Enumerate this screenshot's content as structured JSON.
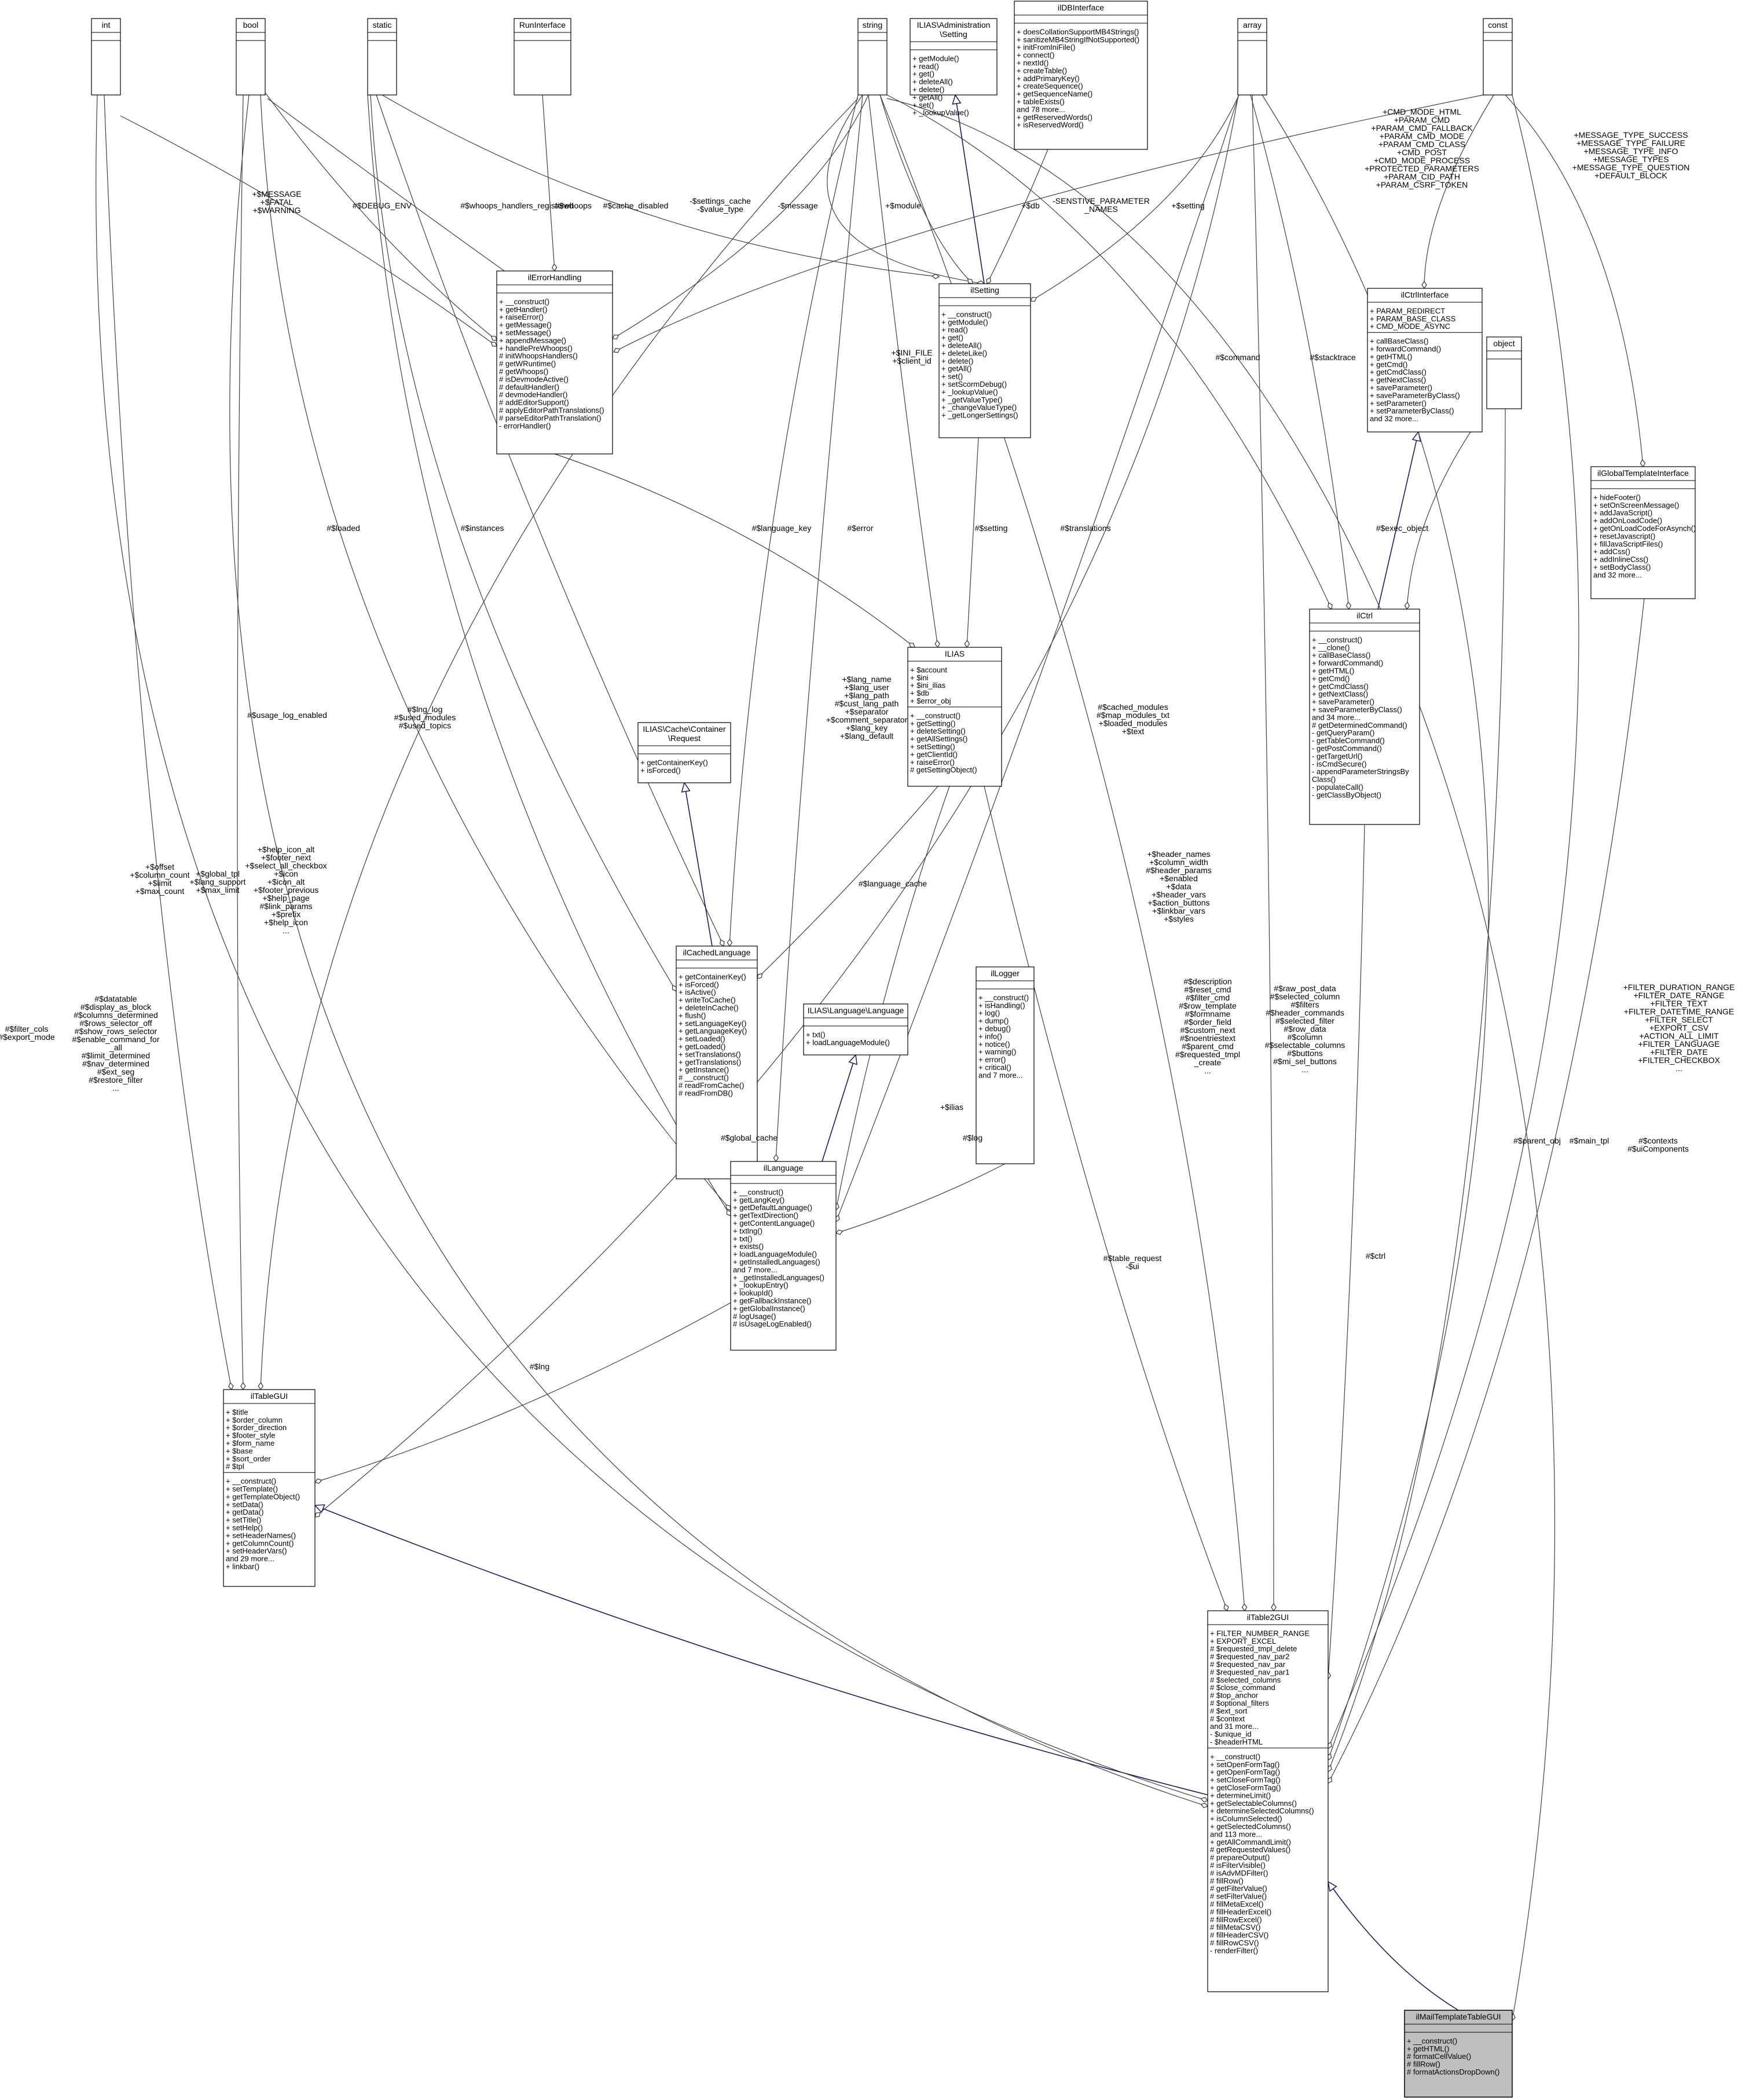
{
  "classes": [
    {
      "id": "int",
      "title": [
        "int"
      ],
      "attributes": [],
      "operations": []
    },
    {
      "id": "bool",
      "title": [
        "bool"
      ],
      "attributes": [],
      "operations": []
    },
    {
      "id": "static",
      "title": [
        "static"
      ],
      "attributes": [],
      "operations": []
    },
    {
      "id": "runinterface",
      "title": [
        "RunInterface"
      ],
      "attributes": [],
      "operations": []
    },
    {
      "id": "string",
      "title": [
        "string"
      ],
      "attributes": [],
      "operations": []
    },
    {
      "id": "admsetting",
      "title": [
        "ILIAS\\Administration",
        "\\Setting"
      ],
      "attributes": [],
      "operations": [
        "+ getModule()",
        "+ read()",
        "+ get()",
        "+ deleteAll()",
        "+ delete()",
        "+ getAll()",
        "+ set()",
        "+ _lookupValue()"
      ]
    },
    {
      "id": "ildbinterface",
      "title": [
        "ilDBInterface"
      ],
      "attributes": [],
      "operations": [
        "+ doesCollationSupportMB4Strings()",
        "+ sanitizeMB4StringIfNotSupported()",
        "+ initFromIniFile()",
        "+ connect()",
        "+ nextId()",
        "+ createTable()",
        "+ addPrimaryKey()",
        "+ createSequence()",
        "+ getSequenceName()",
        "+ tableExists()",
        "and 78 more...",
        "+ getReservedWords()",
        "+ isReservedWord()"
      ]
    },
    {
      "id": "array",
      "title": [
        "array"
      ],
      "attributes": [],
      "operations": []
    },
    {
      "id": "const",
      "title": [
        "const"
      ],
      "attributes": [],
      "operations": []
    },
    {
      "id": "ilerrorhandling",
      "title": [
        "ilErrorHandling"
      ],
      "attributes": [],
      "operations": [
        "+ __construct()",
        "+ getHandler()",
        "+ raiseError()",
        "+ getMessage()",
        "+ setMessage()",
        "+ appendMessage()",
        "+ handlePreWhoops()",
        "# initWhoopsHandlers()",
        "# getWRuntime()",
        "# getWhoops()",
        "# isDevmodeActive()",
        "# defaultHandler()",
        "# devmodeHandler()",
        "# addEditorSupport()",
        "# applyEditorPathTranslations()",
        "# parseEditorPathTranslation()",
        "- errorHandler()"
      ]
    },
    {
      "id": "ilsetting",
      "title": [
        "ilSetting"
      ],
      "attributes": [],
      "operations": [
        "+ __construct()",
        "+ getModule()",
        "+ read()",
        "+ get()",
        "+ deleteAll()",
        "+ deleteLike()",
        "+ delete()",
        "+ getAll()",
        "+ set()",
        "+ setScormDebug()",
        "+ _lookupValue()",
        "+ _getValueType()",
        "+ _changeValueType()",
        "+ _getLongerSettings()"
      ]
    },
    {
      "id": "ilctrlinterface",
      "title": [
        "ilCtrlInterface"
      ],
      "attributes": [
        "+ PARAM_REDIRECT",
        "+ PARAM_BASE_CLASS",
        "+ CMD_MODE_ASYNC"
      ],
      "operations": [
        "+ callBaseClass()",
        "+ forwardCommand()",
        "+ getHTML()",
        "+ getCmd()",
        "+ getCmdClass()",
        "+ getNextClass()",
        "+ saveParameter()",
        "+ saveParameterByClass()",
        "+ setParameter()",
        "+ setParameterByClass()",
        "and 32 more..."
      ]
    },
    {
      "id": "object",
      "title": [
        "object"
      ],
      "attributes": [],
      "operations": []
    },
    {
      "id": "ilglobaltemplateinterface",
      "title": [
        "ilGlobalTemplateInterface"
      ],
      "attributes": [],
      "operations": [
        "+ hideFooter()",
        "+ setOnScreenMessage()",
        "+ addJavaScript()",
        "+ addOnLoadCode()",
        "+ getOnLoadCodeForAsynch()",
        "+ resetJavascript()",
        "+ fillJavaScriptFiles()",
        "+ addCss()",
        "+ addInlineCss()",
        "+ setBodyClass()",
        "and 32 more..."
      ]
    },
    {
      "id": "ilias",
      "title": [
        "ILIAS"
      ],
      "attributes": [
        "+ $account",
        "+ $ini",
        "+ $ini_ilias",
        "+ $db",
        "+ $error_obj"
      ],
      "operations": [
        "+ __construct()",
        "+ getSetting()",
        "+ deleteSetting()",
        "+ getAllSettings()",
        "+ setSetting()",
        "+ getClientId()",
        "+ raiseError()",
        "# getSettingObject()"
      ]
    },
    {
      "id": "ilctrl",
      "title": [
        "ilCtrl"
      ],
      "attributes": [],
      "operations": [
        "+ __construct()",
        "+ __clone()",
        "+ callBaseClass()",
        "+ forwardCommand()",
        "+ getHTML()",
        "+ getCmd()",
        "+ getCmdClass()",
        "+ getNextClass()",
        "+ saveParameter()",
        "+ saveParameterByClass()",
        "and 34 more...",
        "# getDeterminedCommand()",
        "- getQueryParam()",
        "- getTableCommand()",
        "- getPostCommand()",
        "- getTargetUrl()",
        "- isCmdSecure()",
        "- appendParameterStringsBy",
        "Class()",
        "- populateCall()",
        "- getClassByObject()"
      ]
    },
    {
      "id": "cacherequest",
      "title": [
        "ILIAS\\Cache\\Container",
        "\\Request"
      ],
      "attributes": [],
      "operations": [
        "+ getContainerKey()",
        "+ isForced()"
      ]
    },
    {
      "id": "ilcachedlanguage",
      "title": [
        "ilCachedLanguage"
      ],
      "attributes": [],
      "operations": [
        "+ getContainerKey()",
        "+ isForced()",
        "+ isActive()",
        "+ writeToCache()",
        "+ deleteInCache()",
        "+ flush()",
        "+ setLanguageKey()",
        "+ getLanguageKey()",
        "+ setLoaded()",
        "+ getLoaded()",
        "+ setTranslations()",
        "+ getTranslations()",
        "+ getInstance()",
        "# __construct()",
        "# readFromCache()",
        "# readFromDB()"
      ]
    },
    {
      "id": "langinterface",
      "title": [
        "ILIAS\\Language\\Language"
      ],
      "attributes": [],
      "operations": [
        "+ txt()",
        "+ loadLanguageModule()"
      ]
    },
    {
      "id": "illogger",
      "title": [
        "ilLogger"
      ],
      "attributes": [],
      "operations": [
        "+ __construct()",
        "+ isHandling()",
        "+ log()",
        "+ dump()",
        "+ debug()",
        "+ info()",
        "+ notice()",
        "+ warning()",
        "+ error()",
        "+ critical()",
        "and 7 more..."
      ]
    },
    {
      "id": "illanguage",
      "title": [
        "ilLanguage"
      ],
      "attributes": [],
      "operations": [
        "+ __construct()",
        "+ getLangKey()",
        "+ getDefaultLanguage()",
        "+ getTextDirection()",
        "+ getContentLanguage()",
        "+ txtlng()",
        "+ txt()",
        "+ exists()",
        "+ loadLanguageModule()",
        "+ getInstalledLanguages()",
        "and 7 more...",
        "+ _getInstalledLanguages()",
        "+ _lookupEntry()",
        "+ lookupId()",
        "+ getFallbackInstance()",
        "+ getGlobalInstance()",
        "# logUsage()",
        "# isUsageLogEnabled()"
      ]
    },
    {
      "id": "iltablegui",
      "title": [
        "ilTableGUI"
      ],
      "attributes": [
        "+ $title",
        "+ $order_column",
        "+ $order_direction",
        "+ $footer_style",
        "+ $form_name",
        "+ $base",
        "+ $sort_order",
        "# $tpl"
      ],
      "operations": [
        "+ __construct()",
        "+ setTemplate()",
        "+ getTemplateObject()",
        "+ setData()",
        "+ getData()",
        "+ setTitle()",
        "+ setHelp()",
        "+ setHeaderNames()",
        "+ getColumnCount()",
        "+ setHeaderVars()",
        "and 29 more...",
        "+ linkbar()"
      ]
    },
    {
      "id": "iltable2gui",
      "title": [
        "ilTable2GUI"
      ],
      "attributes": [
        "+ FILTER_NUMBER_RANGE",
        "+ EXPORT_EXCEL",
        "# $requested_tmpl_delete",
        "# $requested_nav_par2",
        "# $requested_nav_par",
        "# $requested_nav_par1",
        "# $selected_columns",
        "# $close_command",
        "# $top_anchor",
        "# $optional_filters",
        "# $ext_sort",
        "# $context",
        "and 31 more...",
        "- $unique_id",
        "- $headerHTML"
      ],
      "operations": [
        "+ __construct()",
        "+ setOpenFormTag()",
        "+ getOpenFormTag()",
        "+ setCloseFormTag()",
        "+ getCloseFormTag()",
        "+ determineLimit()",
        "+ getSelectableColumns()",
        "+ determineSelectedColumns()",
        "+ isColumnSelected()",
        "+ getSelectedColumns()",
        "and 113 more...",
        "+ getAllCommandLimit()",
        "# getRequestedValues()",
        "# prepareOutput()",
        "# isFilterVisible()",
        "# isAdvMDFilter()",
        "# fillRow()",
        "# getFilterValue()",
        "# setFilterValue()",
        "# fillMetaExcel()",
        "# fillHeaderExcel()",
        "# fillRowExcel()",
        "# fillMetaCSV()",
        "# fillHeaderCSV()",
        "# fillRowCSV()",
        "- renderFilter()"
      ]
    },
    {
      "id": "ilmailtemplatetablegui",
      "title": [
        "ilMailTemplateTableGUI"
      ],
      "attributes": [],
      "operations": [
        "+ __construct()",
        "+ getHTML()",
        "# formatCellValue()",
        "# fillRow()",
        "# formatActionsDropDown()"
      ]
    }
  ],
  "edge_labels": [
    {
      "id": "int_errh",
      "lines": [
        "+$MESSAGE",
        "+$FATAL",
        "+$WARNING"
      ]
    },
    {
      "id": "debug_env",
      "lines": [
        "#$DEBUG_ENV"
      ]
    },
    {
      "id": "whoops_reg",
      "lines": [
        "#$whoops_handlers_registered"
      ]
    },
    {
      "id": "whoops",
      "lines": [
        "#$whoops"
      ]
    },
    {
      "id": "cache_dis",
      "lines": [
        "#$cache_disabled"
      ]
    },
    {
      "id": "settings_cache",
      "lines": [
        "-$settings_cache",
        "-$value_type"
      ]
    },
    {
      "id": "message",
      "lines": [
        "-$message"
      ]
    },
    {
      "id": "module",
      "lines": [
        "+$module"
      ]
    },
    {
      "id": "db",
      "lines": [
        "+$db"
      ]
    },
    {
      "id": "sensitive",
      "lines": [
        "-SENSTIVE_PARAMETER",
        "_NAMES"
      ]
    },
    {
      "id": "setting_cs",
      "lines": [
        "+$setting"
      ]
    },
    {
      "id": "ctrl_consts",
      "lines": [
        "+CMD_MODE_HTML",
        "+PARAM_CMD",
        "+PARAM_CMD_FALLBACK",
        "+PARAM_CMD_MODE",
        "+PARAM_CMD_CLASS",
        "+CMD_POST",
        "+CMD_MODE_PROCESS",
        "+PROTECTED_PARAMETERS",
        "+PARAM_CID_PATH",
        "+PARAM_CSRF_TOKEN"
      ]
    },
    {
      "id": "msg_consts",
      "lines": [
        "+MESSAGE_TYPE_SUCCESS",
        "+MESSAGE_TYPE_FAILURE",
        "+MESSAGE_TYPE_INFO",
        "+MESSAGE_TYPES",
        "+MESSAGE_TYPE_QUESTION",
        "+DEFAULT_BLOCK"
      ]
    },
    {
      "id": "ini_file",
      "lines": [
        "+$INI_FILE",
        "+$client_id"
      ]
    },
    {
      "id": "command",
      "lines": [
        "#$command"
      ]
    },
    {
      "id": "stacktrace",
      "lines": [
        "#$stacktrace"
      ]
    },
    {
      "id": "loaded",
      "lines": [
        "#$loaded"
      ]
    },
    {
      "id": "instances",
      "lines": [
        "#$instances"
      ]
    },
    {
      "id": "language_key",
      "lines": [
        "#$language_key"
      ]
    },
    {
      "id": "error",
      "lines": [
        "#$error"
      ]
    },
    {
      "id": "setting_ilias",
      "lines": [
        "#$setting"
      ]
    },
    {
      "id": "translations",
      "lines": [
        "#$translations"
      ]
    },
    {
      "id": "exec_object",
      "lines": [
        "#$exec_object"
      ]
    },
    {
      "id": "usage_log",
      "lines": [
        "#$usage_log_enabled"
      ]
    },
    {
      "id": "lng_log",
      "lines": [
        "#$lng_log",
        "#$used_modules",
        "#$used_topics"
      ]
    },
    {
      "id": "lang_name",
      "lines": [
        "+$lang_name",
        "+$lang_user",
        "+$lang_path",
        "#$cust_lang_path",
        "+$separator",
        "+$comment_separator",
        "+$lang_key",
        "+$lang_default"
      ]
    },
    {
      "id": "cached_modules",
      "lines": [
        "#$cached_modules",
        "#$map_modules_txt",
        "+$loaded_modules",
        "+$text"
      ]
    },
    {
      "id": "offset",
      "lines": [
        "+$offset",
        "+$column_count",
        "+$limit",
        "+$max_count"
      ]
    },
    {
      "id": "global_tpl",
      "lines": [
        "+$global_tpl",
        "+$lang_support",
        "+$max_limit"
      ]
    },
    {
      "id": "help_icon",
      "lines": [
        "+$help_icon_alt",
        "+$footer_next",
        "+$select_all_checkbox",
        "+$icon",
        "+$icon_alt",
        "+$footer_previous",
        "+$help_page",
        "#$link_params",
        "+$prefix",
        "+$help_icon",
        "..."
      ]
    },
    {
      "id": "language_cache",
      "lines": [
        "#$language_cache"
      ]
    },
    {
      "id": "header_names",
      "lines": [
        "+$header_names",
        "+$column_width",
        "#$header_params",
        "+$enabled",
        "+$data",
        "+$header_vars",
        "+$action_buttons",
        "+$linkbar_vars",
        "+$styles"
      ]
    },
    {
      "id": "datatable",
      "lines": [
        "#$datatable",
        "#$display_as_block",
        "#$columns_determined",
        "#$rows_selector_off",
        "#$show_rows_selector",
        "#$enable_command_for",
        "_all",
        "#$limit_determined",
        "#$nav_determined",
        "#$ext_seg",
        "#$restore_filter",
        "..."
      ]
    },
    {
      "id": "global_cache",
      "lines": [
        "#$global_cache"
      ]
    },
    {
      "id": "ilias_edge",
      "lines": [
        "+$ilias"
      ]
    },
    {
      "id": "log",
      "lines": [
        "#$log"
      ]
    },
    {
      "id": "description",
      "lines": [
        "#$description",
        "#$reset_cmd",
        "#$filter_cmd",
        "#$row_template",
        "#$formname",
        "#$order_field",
        "#$custom_next",
        "#$noentriestext",
        "#$parent_cmd",
        "#$requested_tmpl",
        "_create",
        "..."
      ]
    },
    {
      "id": "raw_post",
      "lines": [
        "#$raw_post_data",
        "#$selected_column",
        "#$filters",
        "#$header_commands",
        "#$selected_filter",
        "#$row_data",
        "#$column",
        "#$selectable_columns",
        "#$buttons",
        "#$mi_sel_buttons",
        "..."
      ]
    },
    {
      "id": "filter_consts",
      "lines": [
        "+FILTER_DURATION_RANGE",
        "+FILTER_DATE_RANGE",
        "+FILTER_TEXT",
        "+FILTER_DATETIME_RANGE",
        "+FILTER_SELECT",
        "+EXPORT_CSV",
        "+ACTION_ALL_LIMIT",
        "+FILTER_LANGUAGE",
        "+FILTER_DATE",
        "+FILTER_CHECKBOX",
        "..."
      ]
    },
    {
      "id": "filter_cols",
      "lines": [
        "#$filter_cols",
        "#$export_mode"
      ]
    },
    {
      "id": "lng",
      "lines": [
        "#$lng"
      ]
    },
    {
      "id": "table_request",
      "lines": [
        "#$table_request",
        "-$ui"
      ]
    },
    {
      "id": "ctrl_edge",
      "lines": [
        "#$ctrl"
      ]
    },
    {
      "id": "parent_obj",
      "lines": [
        "#$parent_obj"
      ]
    },
    {
      "id": "main_tpl",
      "lines": [
        "#$main_tpl"
      ]
    },
    {
      "id": "contexts",
      "lines": [
        "#$contexts",
        "#$uiComponents"
      ]
    }
  ]
}
